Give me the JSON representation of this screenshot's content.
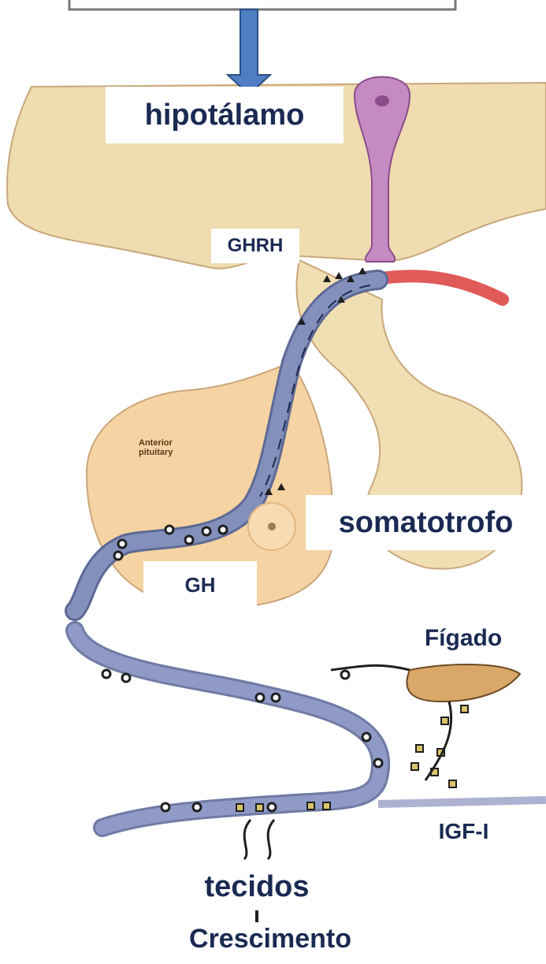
{
  "labels": {
    "hypothalamus": "hipotálamo",
    "ghrh": "GHRH",
    "anterior_pituitary_line1": "Anterior",
    "anterior_pituitary_line2": "pituitary",
    "somatotroph": "somatotrofo",
    "gh": "GH",
    "liver": "Fígado",
    "igf": "IGF-I",
    "tissues": "tecidos",
    "growth": "Crescimento"
  },
  "colors": {
    "hypothalamus_tissue": "#efdcb0",
    "pituitary_lobe": "#f6d3a3",
    "vessel": "#8290bb",
    "artery": "#e05a5a",
    "neuron": "#c48bc2",
    "liver": "#d9a868",
    "arrow": "#4f7ec3",
    "text": "#1a2a52"
  }
}
